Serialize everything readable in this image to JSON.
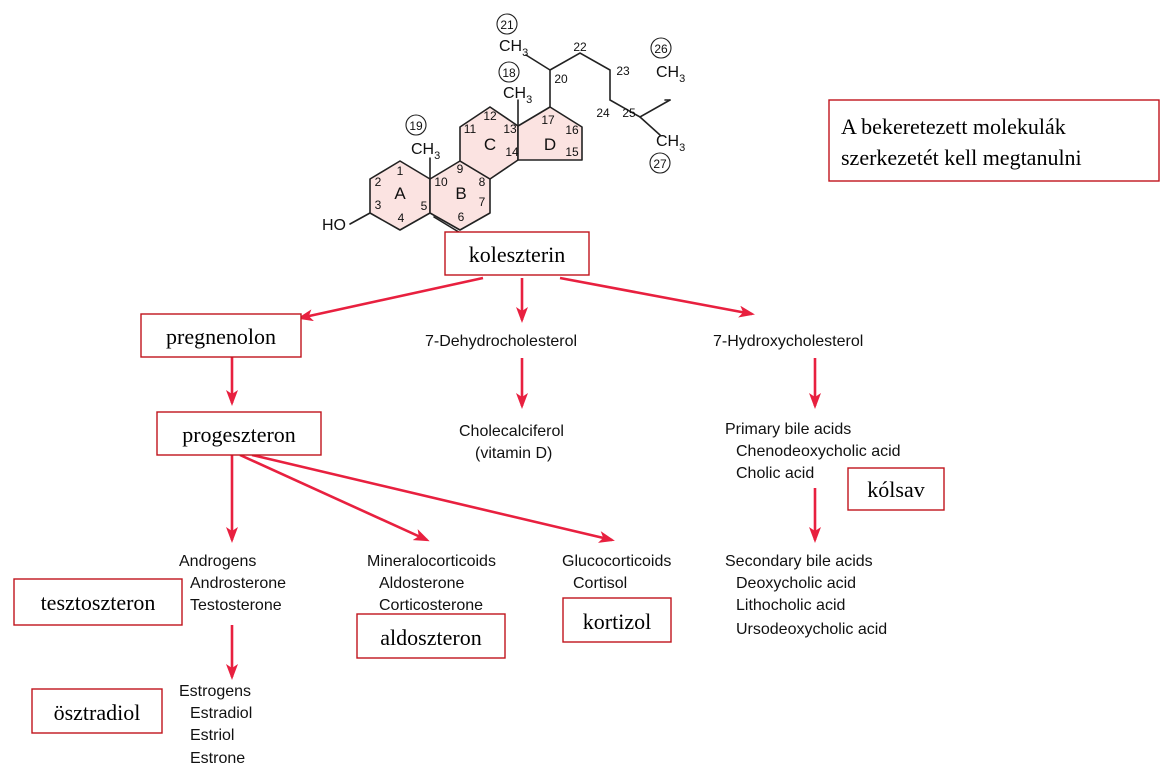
{
  "note": {
    "line1": "A bekeretezett molekulák",
    "line2": "szerkezetét kell megtanulni"
  },
  "labels": {
    "cholesterol": "koleszterin",
    "pregnenolone": "pregnenolon",
    "progesterone": "progeszteron",
    "testosterone": "tesztoszteron",
    "aldosterone": "aldoszteron",
    "cortisol": "kortizol",
    "estradiol": "ösztradiol",
    "cholic_acid": "kólsav"
  },
  "pathway": {
    "dehydrocholesterol": "7-Dehydrocholesterol",
    "hydroxycholesterol": "7-Hydroxycholesterol",
    "cholecalciferol": [
      "Cholecalciferol",
      "(vitamin D)"
    ],
    "primary_bile": [
      "Primary bile acids",
      "Chenodeoxycholic acid",
      "Cholic acid"
    ],
    "secondary_bile": [
      "Secondary bile acids",
      "Deoxycholic acid",
      "Lithocholic acid",
      "Ursodeoxycholic acid"
    ],
    "androgens": [
      "Androgens",
      "Androsterone",
      "Testosterone"
    ],
    "mineralocorticoids": [
      "Mineralocorticoids",
      "Aldosterone",
      "Corticosterone"
    ],
    "glucocorticoids": [
      "Glucocorticoids",
      "Cortisol"
    ],
    "estrogens": [
      "Estrogens",
      "Estradiol",
      "Estriol",
      "Estrone"
    ]
  },
  "structure": {
    "rings": [
      "A",
      "B",
      "C",
      "D"
    ],
    "numbers": [
      "1",
      "2",
      "3",
      "4",
      "5",
      "6",
      "7",
      "8",
      "9",
      "10",
      "11",
      "12",
      "13",
      "14",
      "15",
      "16",
      "17",
      "20",
      "22",
      "23",
      "24",
      "25"
    ],
    "circled": [
      "19",
      "18",
      "21",
      "26",
      "27"
    ],
    "methyl": "CH",
    "methyl_sub": "3",
    "hydroxyl": "HO"
  },
  "colors": {
    "arrow": "#e8203f",
    "box_border": "#c0141c",
    "ring_fill": "#fbe3e1"
  }
}
